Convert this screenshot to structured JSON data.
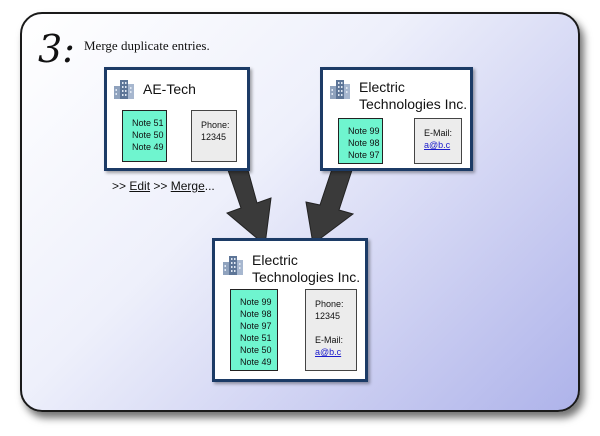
{
  "step": {
    "number": "3:",
    "title": "Merge duplicate entries."
  },
  "cards": {
    "left": {
      "title": "AE-Tech",
      "notes": [
        "Note 51",
        "Note 50",
        "Note 49"
      ],
      "phone_label": "Phone:",
      "phone_value": "12345"
    },
    "right": {
      "title_line1": "Electric",
      "title_line2": "Technologies Inc.",
      "notes": [
        "Note 99",
        "Note 98",
        "Note 97"
      ],
      "email_label": "E-Mail:",
      "email_value": "a@b.c"
    },
    "merged": {
      "title_line1": "Electric",
      "title_line2": "Technologies Inc.",
      "notes": [
        "Note 99",
        "Note 98",
        "Note 97",
        "Note 51",
        "Note 50",
        "Note 49"
      ],
      "phone_label": "Phone:",
      "phone_value": "12345",
      "email_label": "E-Mail:",
      "email_value": "a@b.c"
    }
  },
  "actions": {
    "prefix1": ">> ",
    "edit": "Edit",
    "prefix2": " >> ",
    "merge": "Merge",
    "suffix": "..."
  },
  "icons": {
    "building": "building-icon",
    "arrow": "arrow-down-icon"
  },
  "colors": {
    "card_border": "#1c3b66",
    "notes_bg": "#6ff5cf",
    "info_bg": "#ececec",
    "arrow": "#3a3a3a",
    "link": "#1c1ccc"
  }
}
